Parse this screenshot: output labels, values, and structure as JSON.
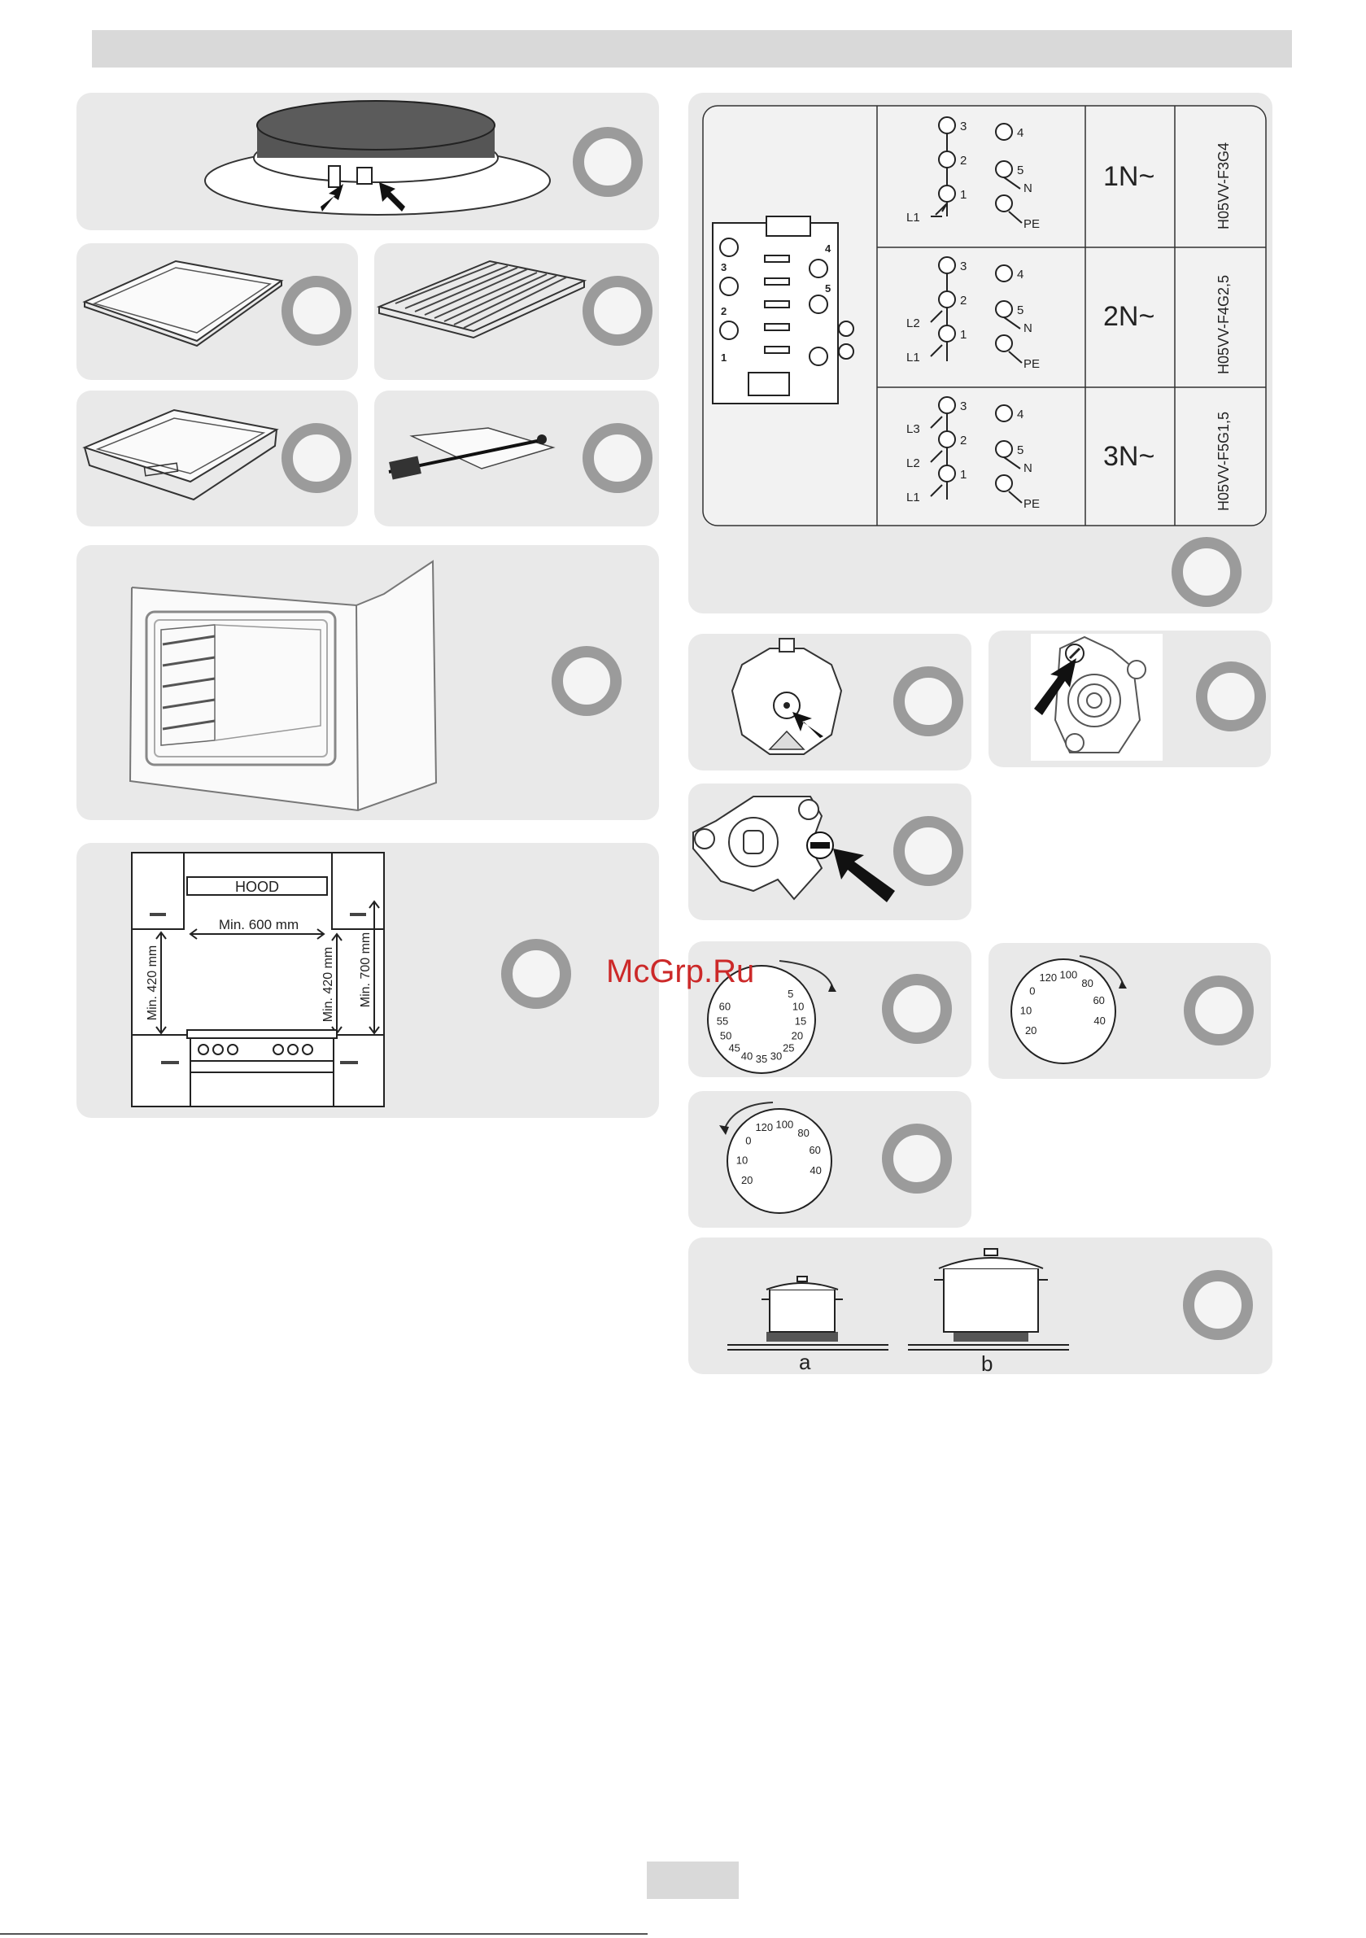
{
  "hood": {
    "hood_label": "HOOD",
    "min_600": "Min. 600 mm",
    "min_420_left": "Min. 420 mm",
    "min_420_right": "Min. 420 mm",
    "min_700": "Min. 700 mm"
  },
  "wiring": {
    "rows": [
      {
        "phase": "1N~",
        "cable": "H05VV-F3G4",
        "lines": [
          "L1"
        ]
      },
      {
        "phase": "2N~",
        "cable": "H05VV-F4G2,5",
        "lines": [
          "L2",
          "L1"
        ]
      },
      {
        "phase": "3N~",
        "cable": "H05VV-F5G1,5",
        "lines": [
          "L3",
          "L2",
          "L1"
        ]
      }
    ],
    "terminal_left": [
      "3",
      "2",
      "1"
    ],
    "terminal_right": [
      "4",
      "5"
    ],
    "neutral": "N",
    "earth": "PE",
    "block_numbers": [
      "3",
      "2",
      "1",
      "4",
      "5"
    ]
  },
  "dial_a": {
    "ticks": [
      "60",
      "55",
      "50",
      "45",
      "40",
      "35",
      "30",
      "25",
      "20",
      "15",
      "10",
      "5"
    ]
  },
  "dial_b": {
    "ticks": [
      "20",
      "10",
      "0",
      "120",
      "100",
      "80",
      "60",
      "40"
    ]
  },
  "dial_c": {
    "ticks": [
      "20",
      "10",
      "0",
      "120",
      "100",
      "80",
      "60",
      "40"
    ]
  },
  "pots": {
    "label_a": "a",
    "label_b": "b"
  },
  "watermark": "McGrp.Ru"
}
